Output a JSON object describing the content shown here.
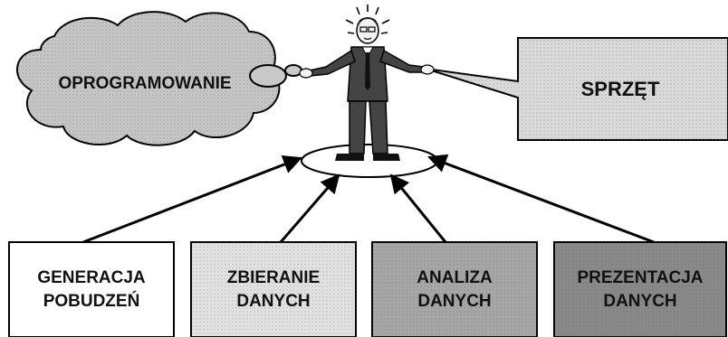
{
  "diagram": {
    "cloud_label": "OPROGRAMOWANIE",
    "callout_label": "SPRZĘT",
    "boxes": [
      {
        "line1": "GENERACJA",
        "line2": "POBUDZEŃ",
        "fill": "#ffffff"
      },
      {
        "line1": "ZBIERANIE",
        "line2": "DANYCH",
        "fill": "#e6e6e6"
      },
      {
        "line1": "ANALIZA",
        "line2": "DANYCH",
        "fill": "#a9a9a9"
      },
      {
        "line1": "PREZENTACJA",
        "line2": "DANYCH",
        "fill": "#8a8a8a"
      }
    ],
    "colors": {
      "cloud": "#c9c9c9",
      "callout": "#dedede",
      "outline": "#000000"
    }
  }
}
